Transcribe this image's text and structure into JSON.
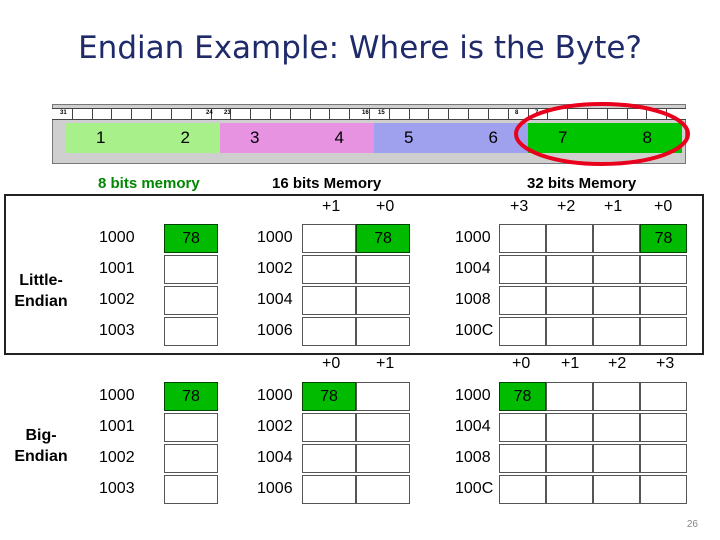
{
  "title": "Endian Example: Where is the Byte?",
  "register": {
    "bit_labels": [
      "31",
      "24",
      "23",
      "16",
      "15",
      "8",
      "7"
    ],
    "cells": [
      "1",
      "2",
      "3",
      "4",
      "5",
      "6",
      "7",
      "8"
    ],
    "cell_colors": [
      "#a7f08a",
      "#a7f08a",
      "#e793e2",
      "#e793e2",
      "#9fa0ee",
      "#9fa0ee",
      "#00c400",
      "#00c400"
    ]
  },
  "headers": {
    "mem8": "8 bits memory",
    "mem16": "16 bits Memory",
    "mem32": "32 bits Memory"
  },
  "little": {
    "label": "Little-\nEndian",
    "offsets16": [
      "+1",
      "+0"
    ],
    "offsets32": [
      "+3",
      "+2",
      "+1",
      "+0"
    ],
    "addr8": [
      "1000",
      "1001",
      "1002",
      "1003"
    ],
    "addr16": [
      "1000",
      "1002",
      "1004",
      "1006"
    ],
    "addr32": [
      "1000",
      "1004",
      "1008",
      "100C"
    ],
    "val8": "78",
    "val16": "78",
    "val32": "78"
  },
  "big": {
    "label": "Big-\nEndian",
    "offsets16": [
      "+0",
      "+1"
    ],
    "offsets32": [
      "+0",
      "+1",
      "+2",
      "+3"
    ],
    "addr8": [
      "1000",
      "1001",
      "1002",
      "1003"
    ],
    "addr16": [
      "1000",
      "1002",
      "1004",
      "1006"
    ],
    "addr32": [
      "1000",
      "1004",
      "1008",
      "100C"
    ],
    "val8": "78",
    "val16": "78",
    "val32": "78"
  },
  "page_number": "26",
  "colors": {
    "highlight": "#e8001c",
    "value_green": "#00bb00",
    "title": "#1f2a6b"
  }
}
